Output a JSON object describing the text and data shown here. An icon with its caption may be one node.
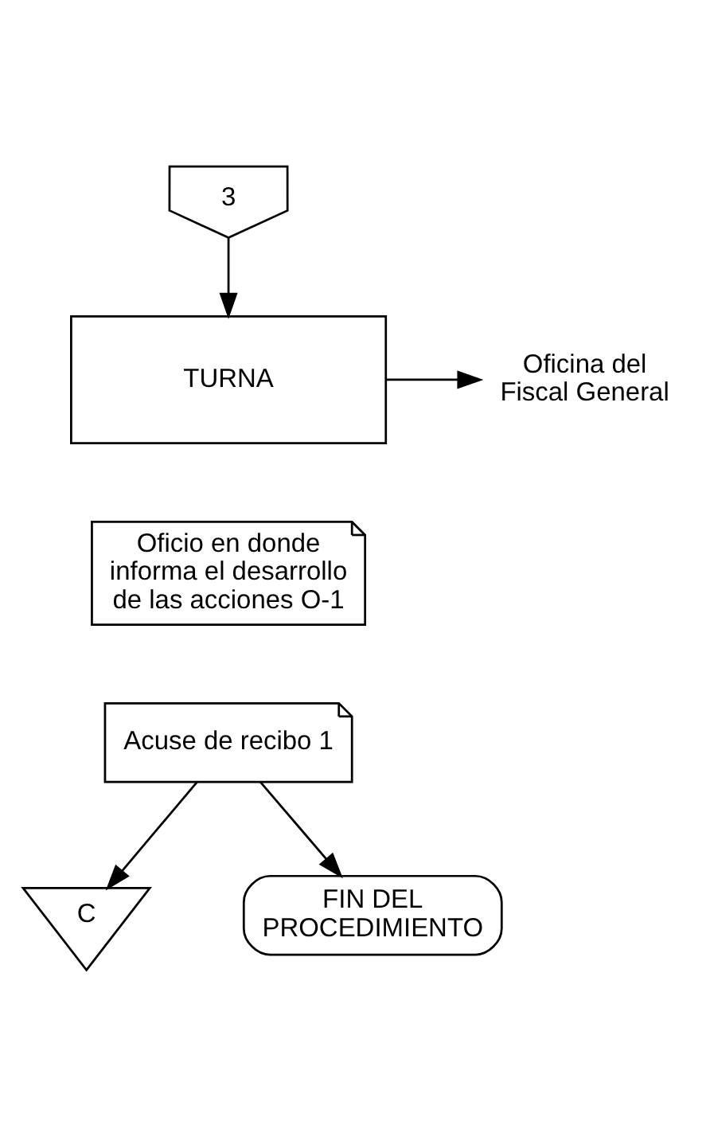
{
  "diagram": {
    "nodes": [
      {
        "text": [
          "3"
        ]
      },
      {
        "text": [
          "TURNA"
        ]
      },
      {
        "text": [
          "Oficina del Fiscal General"
        ]
      },
      {
        "text": [
          "Oficio en donde informa el desarrollo de las acciones O-1"
        ]
      },
      {
        "text": [
          "Acuse de recibo 1"
        ]
      },
      {
        "text": [
          "C"
        ]
      },
      {
        "text": [
          "FIN DEL PROCEDIMIENTO"
        ]
      }
    ],
    "edges": [
      {
        "from": 0,
        "to": 1,
        "arrow": "to"
      },
      {
        "from": 1,
        "to": 2,
        "arrow": "to"
      },
      {
        "from": 4,
        "to": 5,
        "arrow": "to"
      },
      {
        "from": 4,
        "to": 6,
        "arrow": "to"
      }
    ]
  }
}
